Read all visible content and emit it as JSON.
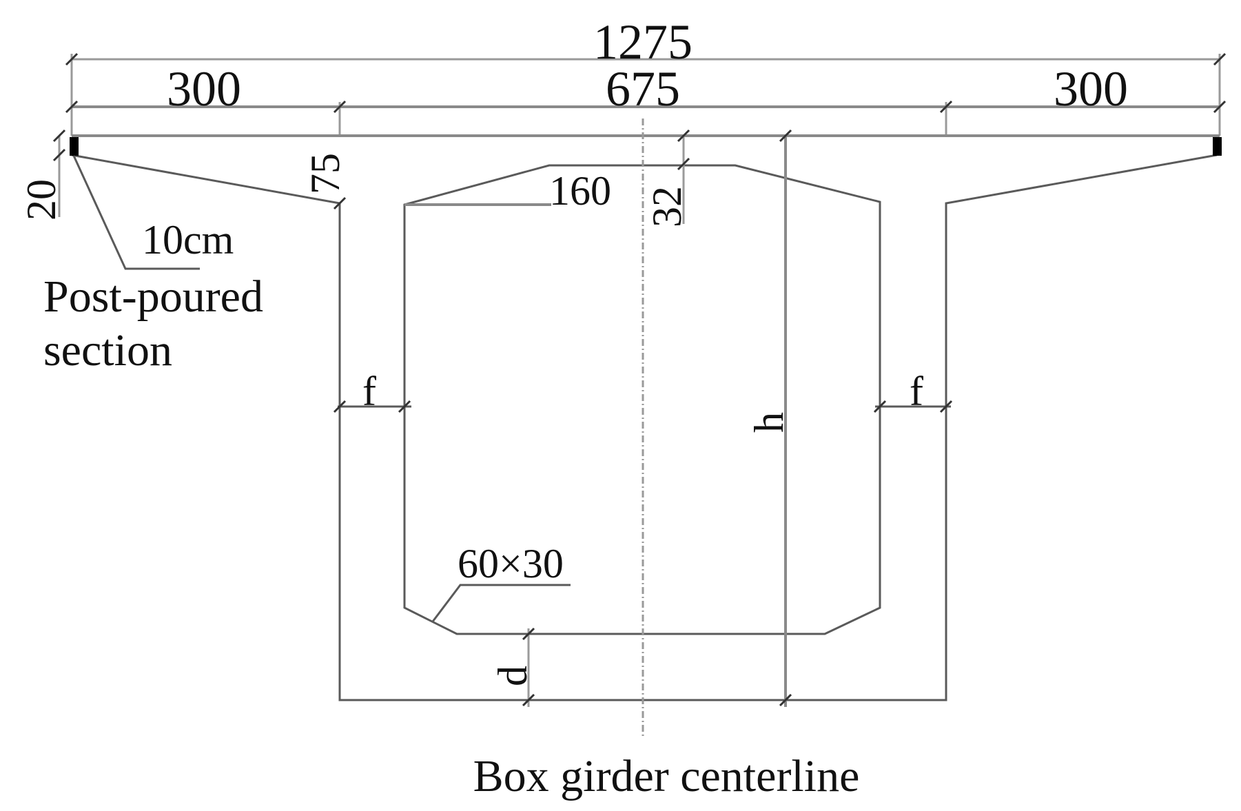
{
  "figure": {
    "type": "box girder cross-section drawing",
    "colors": {
      "line": "#8a8a8a",
      "text": "#111111",
      "post_poured_fill": "#000000",
      "background": "#ffffff"
    }
  },
  "dimensions": {
    "total_width": "1275",
    "left_cantilever": "300",
    "web_span": "675",
    "right_cantilever": "300",
    "cantilever_root_depth": "75",
    "cantilever_tip_depth": "20",
    "top_slab_thickness": "32",
    "top_haunch": "160",
    "bottom_chamfer": "60×30",
    "post_poured_width": "10cm"
  },
  "symbols": {
    "web_thickness_left": "f",
    "web_thickness_right": "f",
    "girder_height": "h",
    "bottom_slab_thickness": "d"
  },
  "labels": {
    "post_poured_line1": "Post-poured",
    "post_poured_line2": "section",
    "centerline": "Box girder centerline"
  }
}
